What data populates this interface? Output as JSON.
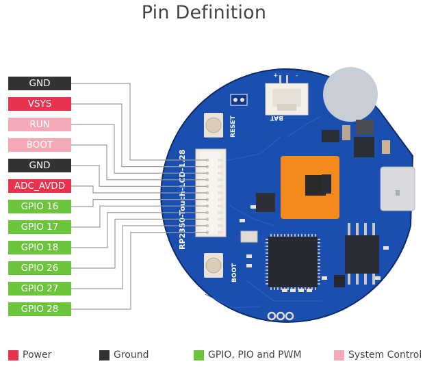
{
  "title": "Pin Definition",
  "colors": {
    "power": "#e8334e",
    "ground": "#333333",
    "gpio": "#6cc43c",
    "system": "#f4a9b8",
    "pcb": "#1a4fb0",
    "line": "#999999"
  },
  "pins": [
    {
      "label": "GND",
      "type": "ground"
    },
    {
      "label": "VSYS",
      "type": "power"
    },
    {
      "label": "RUN",
      "type": "system"
    },
    {
      "label": "BOOT",
      "type": "system"
    },
    {
      "label": "GND",
      "type": "ground"
    },
    {
      "label": "ADC_AVDD",
      "type": "power"
    },
    {
      "label": "GPIO 16",
      "type": "gpio"
    },
    {
      "label": "GPIO 17",
      "type": "gpio"
    },
    {
      "label": "GPIO 18",
      "type": "gpio"
    },
    {
      "label": "GPIO 26",
      "type": "gpio"
    },
    {
      "label": "GPIO 27",
      "type": "gpio"
    },
    {
      "label": "GPIO 28",
      "type": "gpio"
    }
  ],
  "board": {
    "silkscreen_name": "RP2350-Touch-LCD-1.28",
    "reset_label": "RESET",
    "boot_label": "BOOT",
    "bat_label": "BAT",
    "bat_plus": "+",
    "bat_minus": "-"
  },
  "legend": [
    {
      "label": "Power",
      "type": "power"
    },
    {
      "label": "Ground",
      "type": "ground"
    },
    {
      "label": "GPIO, PIO and PWM",
      "type": "gpio"
    },
    {
      "label": "System Control",
      "type": "system"
    }
  ]
}
